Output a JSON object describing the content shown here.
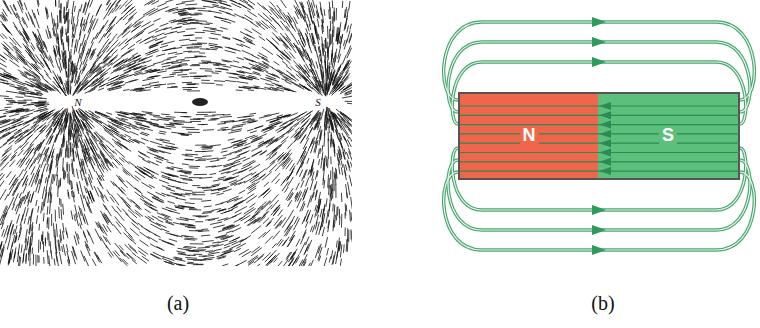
{
  "diagram": {
    "nodes": [
      {
        "text": [
          "N"
        ]
      },
      {
        "text": [
          "S"
        ]
      }
    ],
    "labels": [
      "N",
      "S",
      "(a)",
      "(b)"
    ]
  }
}
